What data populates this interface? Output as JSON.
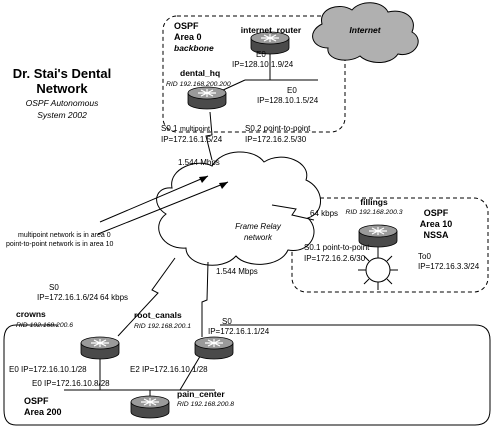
{
  "title": {
    "line1": "Dr. Stai's Dental",
    "line2": "Network"
  },
  "subtitle": {
    "line1": "OSPF Autonomous",
    "line2": "System 2002"
  },
  "areas": {
    "backbone": {
      "line1": "OSPF",
      "line2": "Area 0",
      "line3": "backbone"
    },
    "area10": {
      "line1": "OSPF",
      "line2": "Area 10",
      "line3": "NSSA"
    },
    "area200": {
      "line1": "OSPF",
      "line2": "Area 200"
    }
  },
  "clouds": {
    "internet": "Internet",
    "frame_relay_line1": "Frame Relay",
    "frame_relay_line2": "network"
  },
  "routers": {
    "internet_router": {
      "name": "internet_router"
    },
    "dental_hq": {
      "name": "dental_hq",
      "rid": "RID 192.168.200.200"
    },
    "fillings": {
      "name": "fillings",
      "rid": "RID 192.168.200.3"
    },
    "crowns": {
      "name": "crowns",
      "rid": "RID 192.168.200.6"
    },
    "root_canals": {
      "name": "root_canals",
      "rid": "RID 192.168.200.1"
    },
    "pain_center": {
      "name": "pain_center",
      "rid": "RID 192.168.200.8"
    }
  },
  "interfaces": {
    "internet_e0_name": "E0",
    "internet_e0_ip": "IP=128.10.1.9/24",
    "hq_e0_name": "E0",
    "hq_e0_ip": "IP=128.10.1.5/24",
    "hq_s01_name": "S0.1",
    "hq_s01_type": "multipoint",
    "hq_s01_ip": "IP=172.16.1.5/24",
    "hq_s02": "S0.2 point-to-point",
    "hq_s02_ip": "IP=172.16.2.5/30",
    "fillings_s01": "S0.1 point-to-point",
    "fillings_s01_ip": "IP=172.16.2.6/30",
    "fillings_to0_name": "To0",
    "fillings_to0_ip": "IP=172.16.3.3/24",
    "crowns_s0_name": "S0",
    "crowns_s0_ip": "IP=172.16.1.6/24",
    "crowns_e0": "E0 IP=172.16.10.1/28",
    "root_s0_name": "S0",
    "root_s0_ip": "IP=172.16.1.1/24",
    "root_e2": "E2 IP=172.16.10.1/28",
    "pain_e0": "E0 IP=172.16.10.8/28"
  },
  "links": {
    "hq_fr_speed": "1.544 Mbps",
    "fillings_speed": "64 kbps",
    "crowns_speed": "64 kbps",
    "root_speed": "1.544 Mbps"
  },
  "notes": {
    "line1": "multipoint network is in area 0",
    "line2": "point-to-point network is in area 10"
  }
}
